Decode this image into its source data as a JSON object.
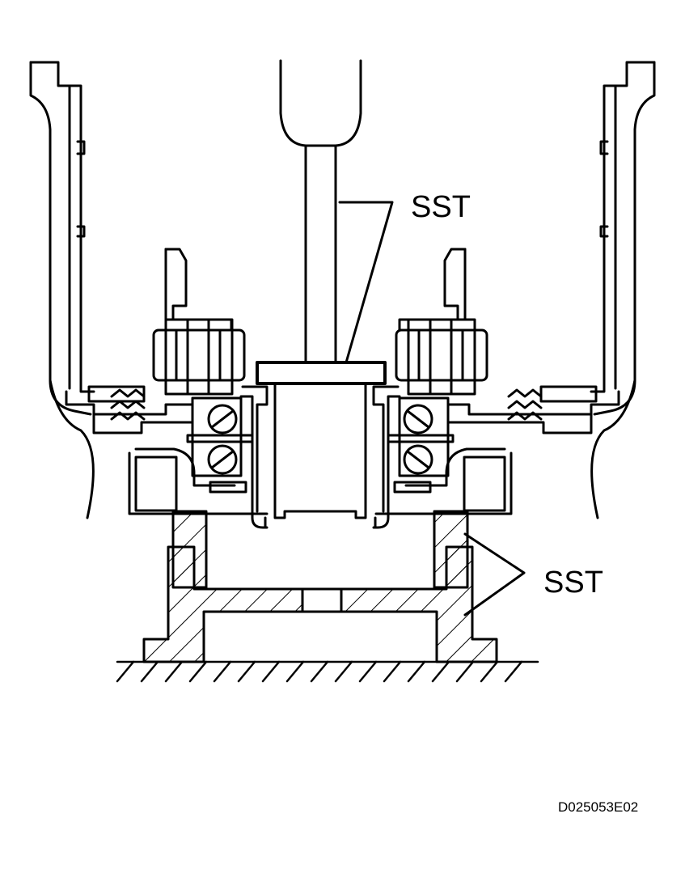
{
  "labels": {
    "sst_upper": "SST",
    "sst_lower": "SST",
    "figure_code": "D025053E02"
  },
  "colors": {
    "line": "#000000",
    "background": "#ffffff"
  }
}
